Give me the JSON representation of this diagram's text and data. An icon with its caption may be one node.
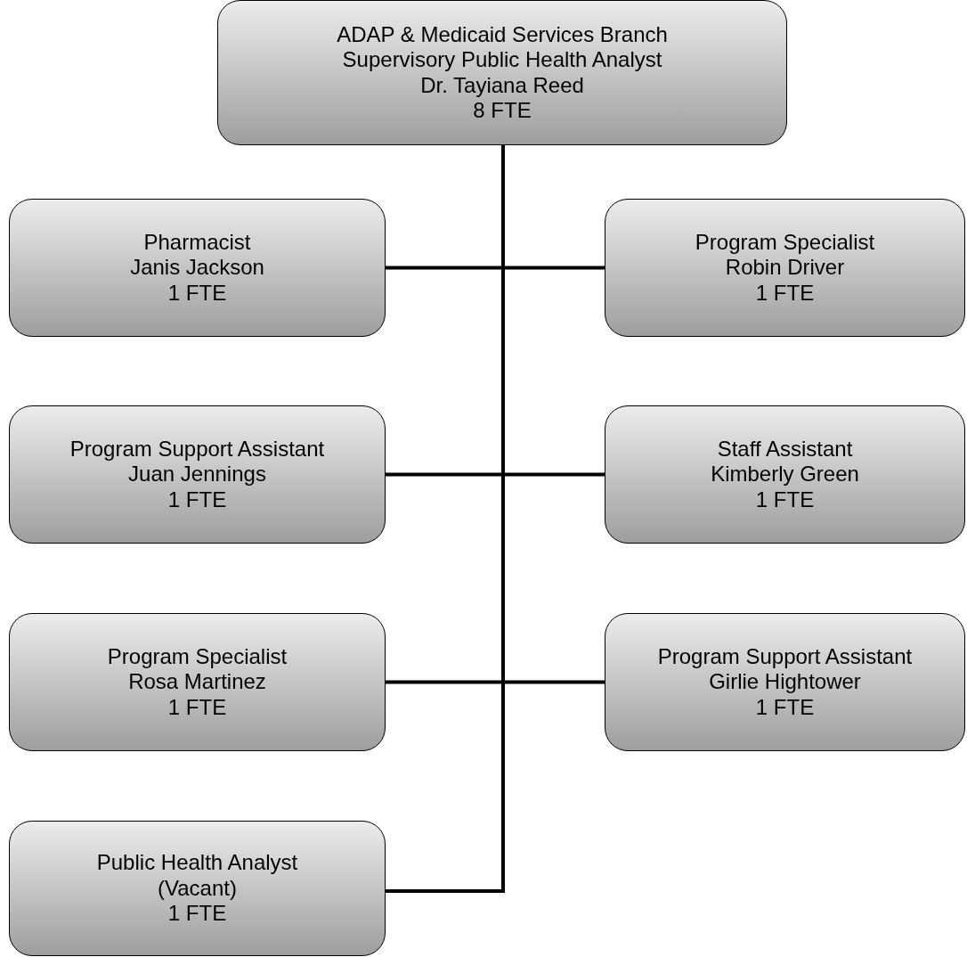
{
  "diagram": {
    "nodes": [
      {
        "text": [
          "ADAP & Medicaid Services Branch",
          "Supervisory Public Health Analyst",
          "Dr. Tayiana Reed",
          "8 FTE"
        ]
      },
      {
        "text": [
          "Pharmacist",
          "Janis Jackson",
          "1 FTE"
        ]
      },
      {
        "text": [
          "Program Specialist",
          "Robin Driver",
          "1 FTE"
        ]
      },
      {
        "text": [
          "Program Support Assistant",
          "Juan Jennings",
          "1 FTE"
        ]
      },
      {
        "text": [
          "Staff Assistant",
          "Kimberly Green",
          "1 FTE"
        ]
      },
      {
        "text": [
          "Program Specialist",
          "Rosa Martinez",
          "1 FTE"
        ]
      },
      {
        "text": [
          "Program Support Assistant",
          "Girlie Hightower",
          "1 FTE"
        ]
      },
      {
        "text": [
          "Public Health Analyst",
          "(Vacant)",
          "1 FTE"
        ]
      }
    ],
    "edges": [
      {
        "from": 0,
        "to": 1,
        "arrow": "none"
      },
      {
        "from": 0,
        "to": 2,
        "arrow": "none"
      },
      {
        "from": 0,
        "to": 3,
        "arrow": "none"
      },
      {
        "from": 0,
        "to": 4,
        "arrow": "none"
      },
      {
        "from": 0,
        "to": 5,
        "arrow": "none"
      },
      {
        "from": 0,
        "to": 6,
        "arrow": "none"
      },
      {
        "from": 0,
        "to": 7,
        "arrow": "none"
      }
    ]
  }
}
